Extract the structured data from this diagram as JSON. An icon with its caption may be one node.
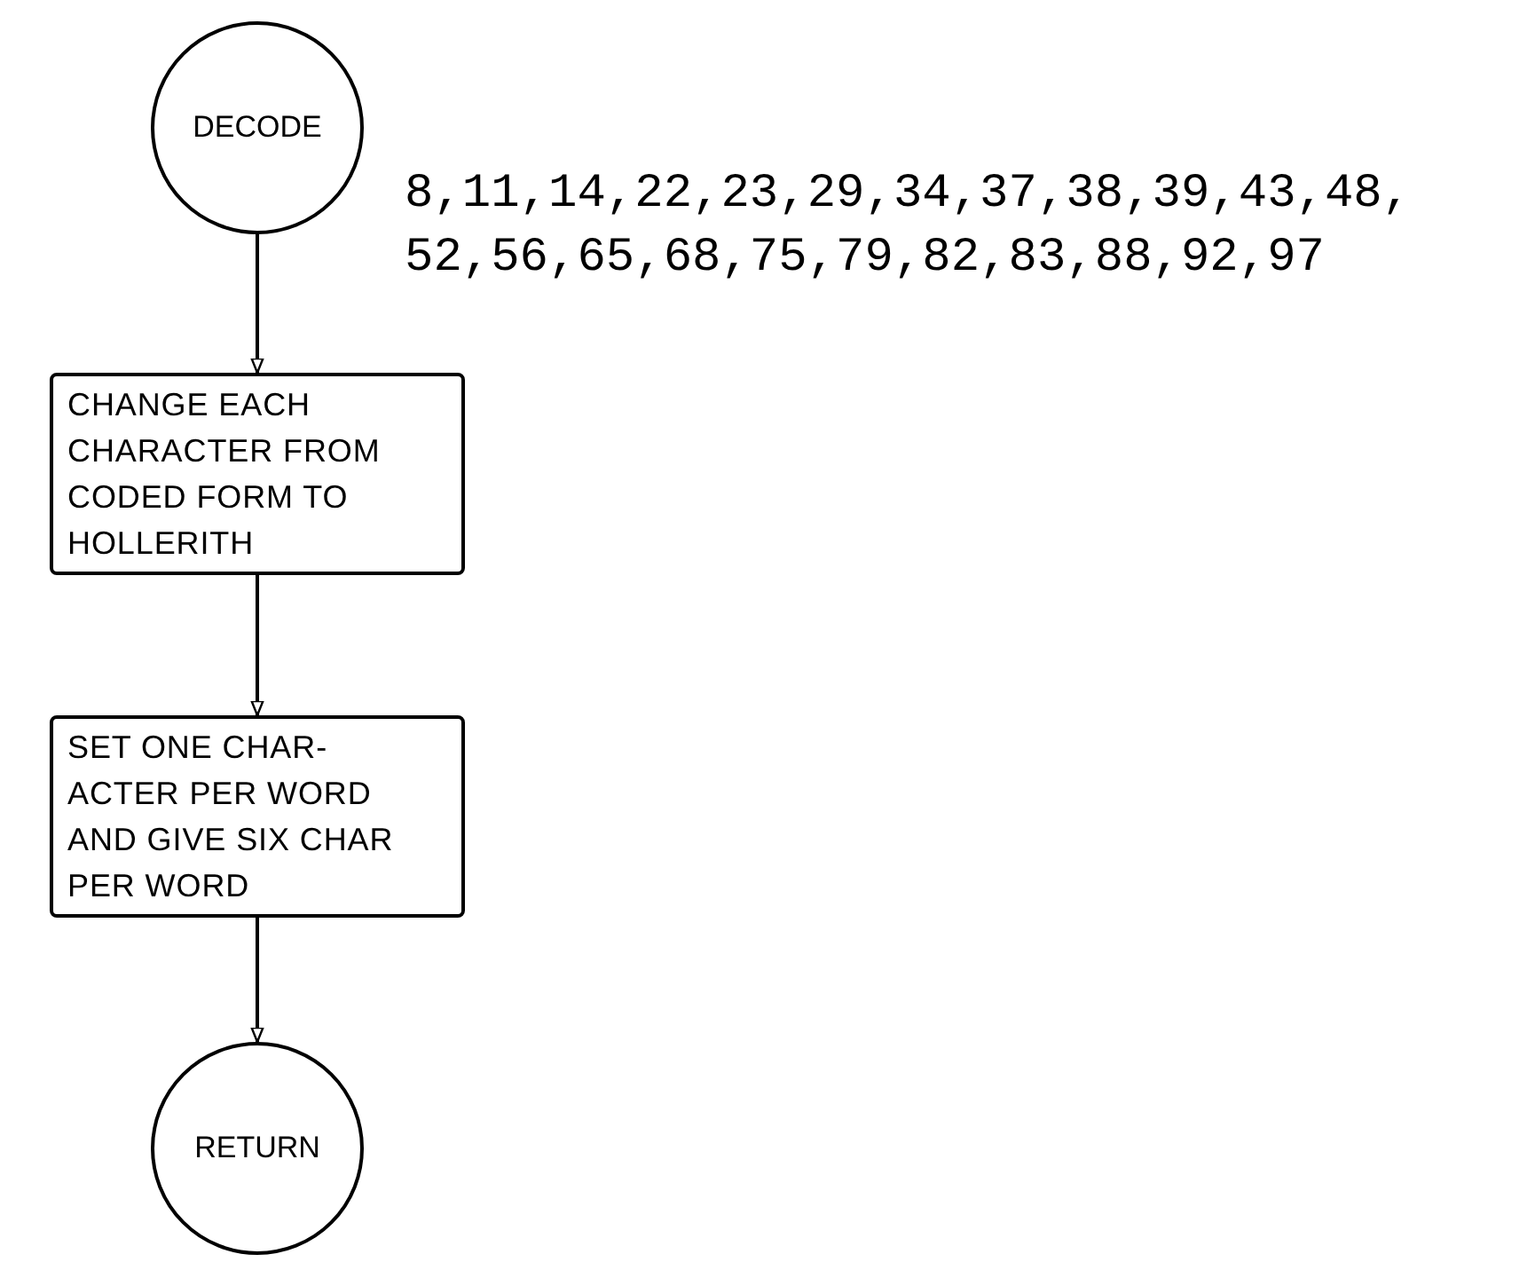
{
  "diagram": {
    "nodes": [
      {
        "text": [
          "DECODE"
        ],
        "beside": [
          "8,11,14,22,23,29,34,37,38,39,43,48, 52,56,65,68,75,79,82,83,88,92,97"
        ]
      },
      {
        "text": [
          "CHANGE EACH CHARACTER FROM CODED FORM TO HOLLERITH"
        ]
      },
      {
        "text": [
          "SET ONE CHAR- ACTER PER WORD AND GIVE SIX CHAR PER WORD"
        ]
      },
      {
        "text": [
          "RETURN"
        ]
      }
    ],
    "edges": [
      {
        "from": 0,
        "to": 1,
        "arrow": "to"
      },
      {
        "from": 1,
        "to": 2,
        "arrow": "to"
      },
      {
        "from": 2,
        "to": 3,
        "arrow": "to"
      }
    ]
  }
}
